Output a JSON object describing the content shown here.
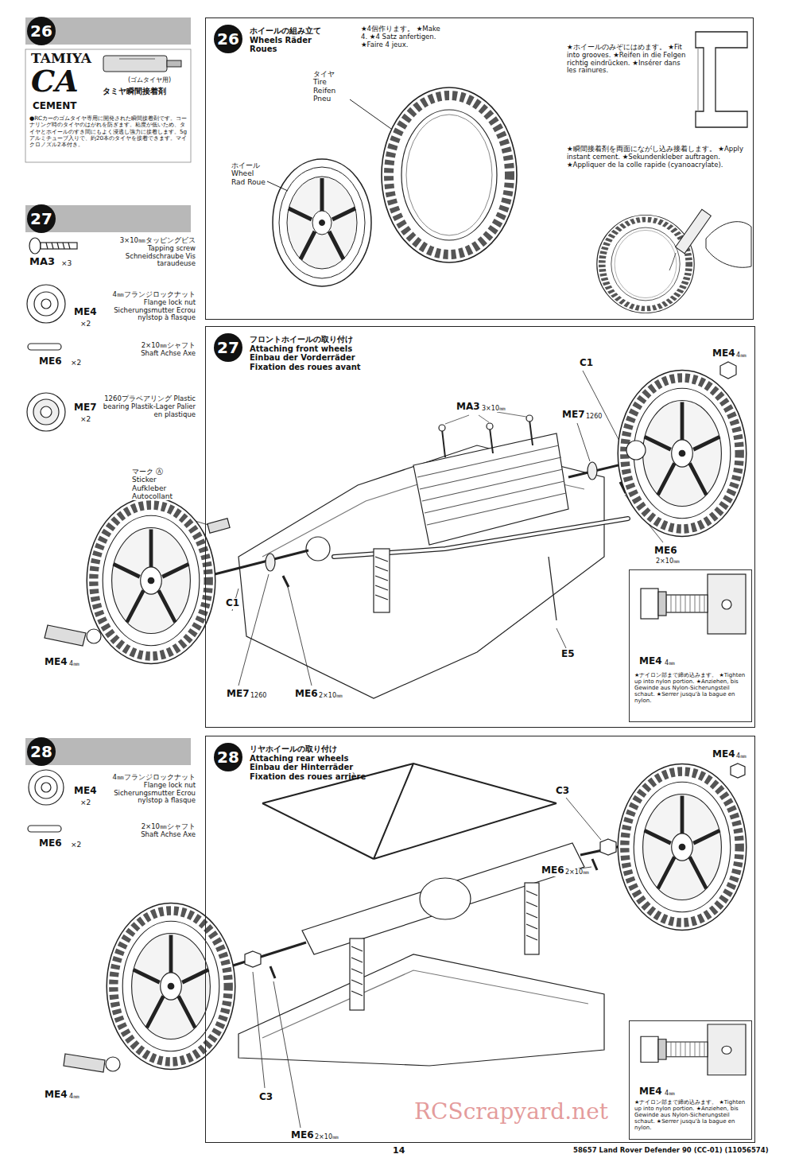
{
  "diagram": {
    "nodes": [
      {
        "text": [
          "26"
        ]
      },
      {
        "text": [
          "26",
          "ホイールの組み立て Wheels Räder Roues",
          "★4個作ります。 ★Make 4. ★4 Satz anfertigen. ★Faire 4 jeux."
        ]
      },
      {
        "text": [
          "27"
        ]
      },
      {
        "text": [
          "27",
          "フロントホイールの取り付け Attaching front wheels Einbau der Vorderräder Fixation des roues avant"
        ]
      },
      {
        "text": [
          "ME4",
          "4㎜",
          "★ナイロン部まで締め込みます。 ★Tighten up into nylon portion. ★Anziehen, bis Gewinde aus Nylon-Sicherungsteil schaut. ★Serrer jusqu'à la bague en nylon."
        ],
        "in": 3
      },
      {
        "text": [
          "28"
        ]
      },
      {
        "text": [
          "28",
          "リヤホイールの取り付け Attaching rear wheels Einbau der Hinterräder Fixation des roues arrière"
        ]
      },
      {
        "text": [
          "ME4",
          "4㎜",
          "★ナイロン部まで締め込みます。 ★Tighten up into nylon portion. ★Anziehen, bis Gewinde aus Nylon-Sicherungsteil schaut. ★Serrer jusqu'à la bague en nylon."
        ],
        "in": 6
      }
    ],
    "labels": [
      "TAMIYA",
      "CA",
      "CEMENT",
      "(ゴムタイヤ用)",
      "タミヤ瞬間接着剤",
      "●RCカーのゴムタイヤ専用に開発された瞬間接着剤です。コーナリング時のタイヤのはがれを防ぎます。粘度が低いため、タイヤとホイールのすき間にもよく浸透し強力に接着します。5gアルミチューブ入りで、約20本のタイヤを接着できます。マイクロノズル2本付き。",
      "MA3",
      "×3",
      "3×10㎜タッピングビス Tapping screw Schneidschraube Vis taraudeuse",
      "ME4",
      "×2",
      "4㎜フランジロックナット Flange lock nut Sicherungsmutter Ecrou nylstop à flasque",
      "ME6",
      "×2",
      "2×10㎜シャフト Shaft Achse Axe",
      "ME7",
      "×2",
      "1260プラベアリング Plastic bearing Plastik-Lager Palier en plastique",
      "ME4",
      "×2",
      "4㎜フランジロックナット Flange lock nut Sicherungsmutter Ecrou nylstop à flasque",
      "ME6",
      "×2",
      "2×10㎜シャフト Shaft Achse Axe",
      "タイヤ Tire Reifen Pneu",
      "ホイール Wheel Rad Roue",
      "★ホイールのみぞにはめます。 ★Fit into grooves. ★Reifen in die Felgen richtig eindrücken. ★Insérer dans les rainures.",
      "★瞬間接着剤を両面にながし込み接着します。 ★Apply instant cement. ★Sekundenkleber auftragen. ★Appliquer de la colle rapide (cyanoacrylate).",
      "MA3",
      "3×10㎜",
      "C1",
      "ME4",
      "4㎜",
      "ME7",
      "1260",
      "マーク Ⓐ Sticker Aufkleber Autocollant",
      "ME6",
      "2×10㎜",
      "C1",
      "E5",
      "ME4",
      "4㎜",
      "ME7",
      "1260",
      "ME6",
      "2×10㎜",
      "ME4",
      "4㎜",
      "C3",
      "ME6",
      "2×10㎜",
      "ME4",
      "4㎜",
      "C3",
      "ME6",
      "2×10㎜",
      "RCScrapyard.net",
      "14",
      "58657 Land Rover Defender 90 (CC-01) (11056574)"
    ]
  }
}
